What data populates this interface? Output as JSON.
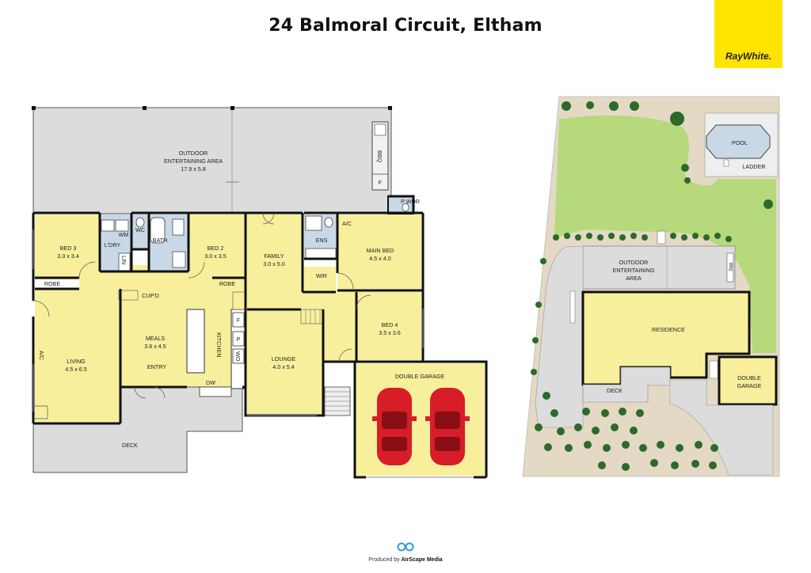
{
  "header": {
    "title": "24 Balmoral Circuit, Eltham",
    "brand": "RayWhite."
  },
  "colors": {
    "room": "#f7ef9c",
    "outdoor": "#dcdcdc",
    "wet": "#c9d8e6",
    "grass": "#b6d97c",
    "path": "#e3d9c4",
    "wall": "#111111",
    "car": "#d71e28",
    "brand": "#ffe400"
  },
  "floor_plan": {
    "outdoor": {
      "name": "OUTDOOR",
      "name2": "ENTERTAINING AREA",
      "size": "17.9 x 5.8"
    },
    "bbq": "BBQ",
    "f_top": "F",
    "pwdr": "P WDR",
    "bed3": {
      "name": "BED 3",
      "size": "3.3 x 3.4"
    },
    "ldry": "L'DRY",
    "wm": "WM",
    "wc": "WC",
    "lin": "LIN",
    "bath": "BATH",
    "bed2": {
      "name": "BED 2",
      "size": "3.0 x 3.5"
    },
    "family": {
      "name": "FAMILY",
      "size": "3.0 x 5.0"
    },
    "ens": "ENS",
    "ac_main": "A/C",
    "main_bed": {
      "name": "MAIN BED",
      "size": "4.5 x 4.0"
    },
    "wir": "WIR",
    "robe_left": "ROBE",
    "robe_right": "ROBE",
    "cupd": "CUP'D",
    "meals": {
      "name": "MEALS",
      "size": "3.6 x 4.5"
    },
    "kitchen": "KITCHEN",
    "f_kit": "F",
    "p_kit": "P",
    "wo": "WO",
    "entry": "ENTRY",
    "dw": "DW",
    "living": {
      "name": "LIVING",
      "size": "4.5 x 6.5"
    },
    "ac_living": "A/C",
    "lounge": {
      "name": "LOUNGE",
      "size": "4.0 x 5.4"
    },
    "bed4": {
      "name": "BED 4",
      "size": "3.5 x 3.6"
    },
    "garage": "DOUBLE GARAGE",
    "deck": "DECK"
  },
  "site_plan": {
    "pool": "POOL",
    "ladder": "LADDER",
    "outdoor": {
      "name": "OUTDOOR",
      "name2": "ENTERTAINING",
      "name3": "AREA"
    },
    "bbq": "BBQ",
    "residence": "RESIDENCE",
    "garage": {
      "name": "DOUBLE",
      "name2": "GARAGE"
    },
    "deck": "DECK"
  },
  "footer": {
    "produced_by": "Produced by",
    "company": "AirScape Media"
  }
}
